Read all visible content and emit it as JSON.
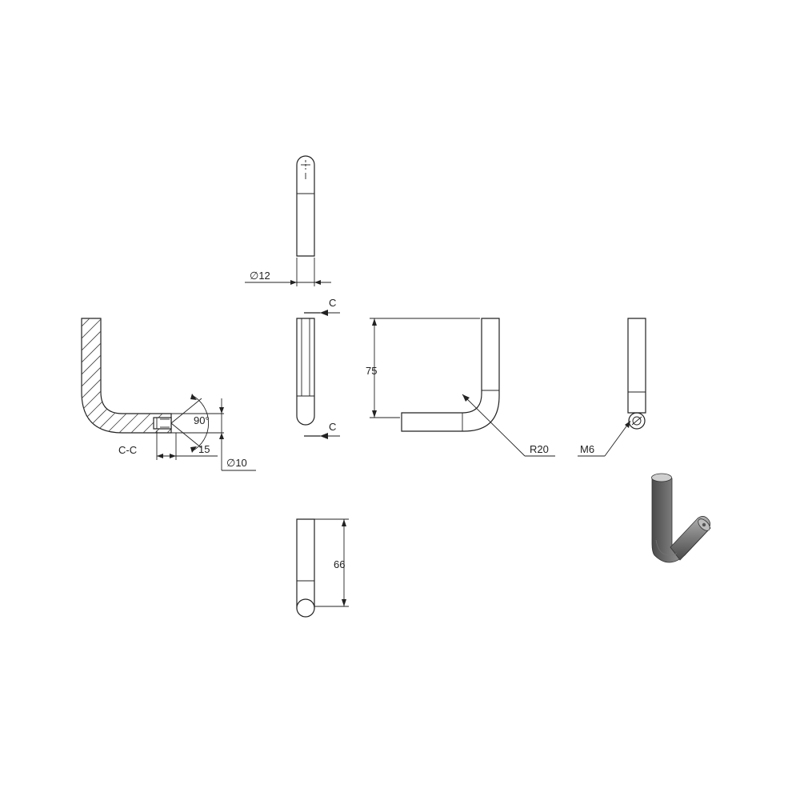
{
  "drawing": {
    "colors": {
      "line": "#222222",
      "background": "#ffffff",
      "render_dark": "#5a5a5a",
      "render_light": "#bdbdbd"
    },
    "labels": {
      "dia12": "∅12",
      "section_c_top": "C",
      "section_c_bottom": "C",
      "dim75": "75",
      "r20": "R20",
      "m6": "M6",
      "section_title": "C-C",
      "angle90": "90°",
      "dim15": "15",
      "dia10": "∅10",
      "dim66": "66"
    }
  }
}
